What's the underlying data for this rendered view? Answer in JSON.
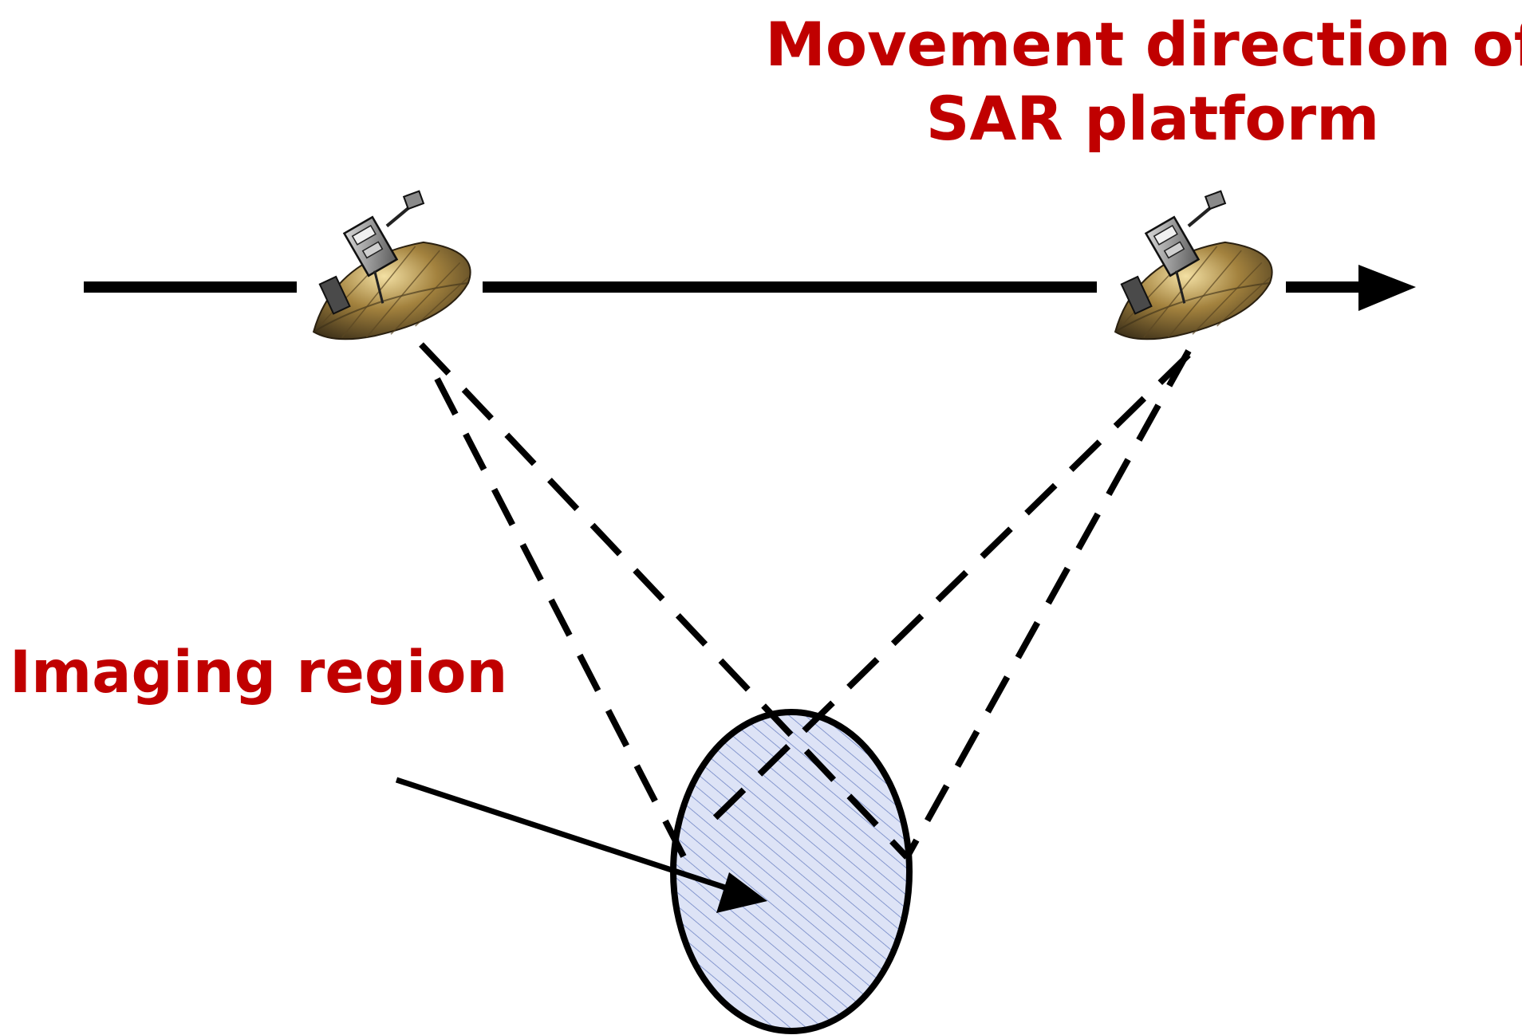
{
  "labels": {
    "movement_line1": "Movement direction of",
    "movement_line2": "SAR platform",
    "imaging_region": "Imaging region"
  },
  "colors": {
    "label": "#c00000",
    "line": "#000000",
    "region_fill": "#dde3f6",
    "hatch": "#6f84c4",
    "satellite_dish": "#8a7038",
    "satellite_dark": "#3a2e18",
    "satellite_body": "#9a9a9a"
  },
  "icons": {
    "platform": "satellite-icon"
  }
}
